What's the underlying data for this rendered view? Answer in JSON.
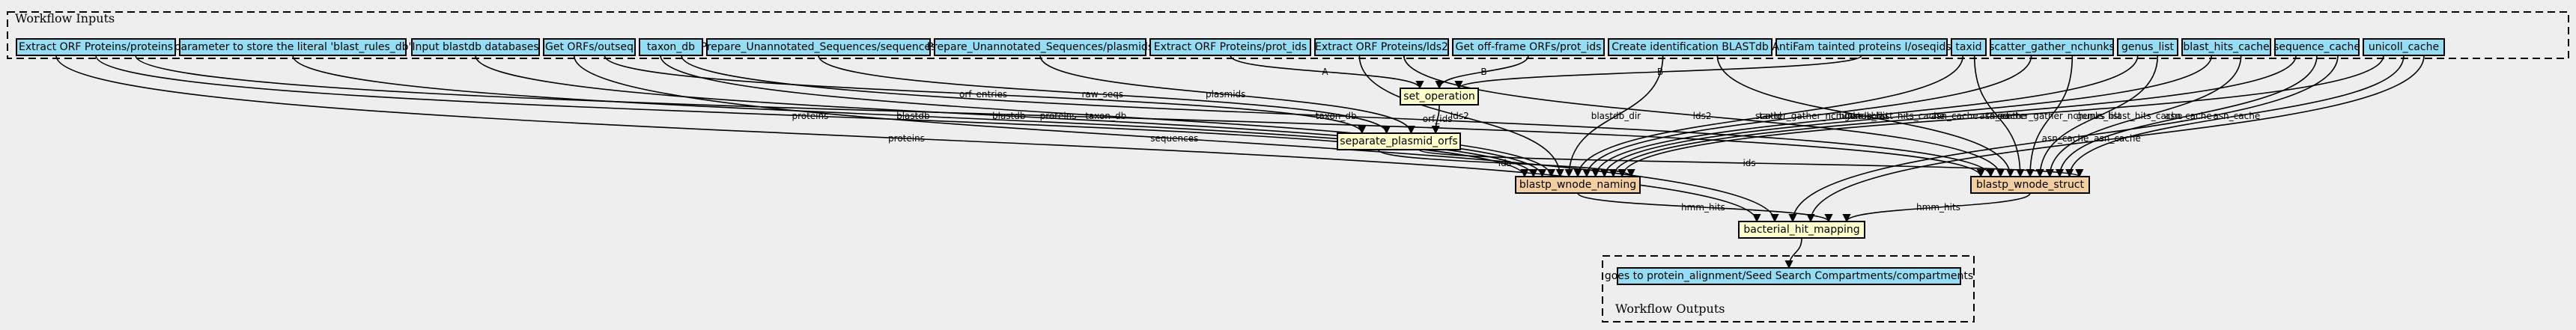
{
  "colors": {
    "background": "#eeeeee",
    "input": "#94ddf4",
    "step": "#ffffcc",
    "workflow_step": "#f3cea1",
    "output": "#94ddf4",
    "stroke": "#000000"
  },
  "clusters": {
    "inputs_label": "Workflow Inputs",
    "outputs_label": "Workflow Outputs"
  },
  "inputs": [
    {
      "id": "orf_proteins",
      "label": "Extract ORF Proteins/proteins"
    },
    {
      "id": "literal",
      "label": "parameter to store the literal 'blast_rules_db'"
    },
    {
      "id": "blastdb",
      "label": "Input blastdb databases"
    },
    {
      "id": "outseq",
      "label": "Get ORFs/outseq"
    },
    {
      "id": "taxon_db",
      "label": "taxon_db"
    },
    {
      "id": "unann_seqs",
      "label": "Prepare_Unannotated_Sequences/sequences"
    },
    {
      "id": "unann_plasmids",
      "label": "Prepare_Unannotated_Sequences/plasmids"
    },
    {
      "id": "prot_ids",
      "label": "Extract ORF Proteins/prot_ids"
    },
    {
      "id": "lds2",
      "label": "Extract ORF Proteins/lds2"
    },
    {
      "id": "offframe",
      "label": "Get off-frame ORFs/prot_ids"
    },
    {
      "id": "create_blastdb",
      "label": "Create identification BLASTdb"
    },
    {
      "id": "antifam",
      "label": "AntiFam tainted proteins I/oseqids"
    },
    {
      "id": "taxid",
      "label": "taxid"
    },
    {
      "id": "scatter",
      "label": "scatter_gather_nchunks"
    },
    {
      "id": "genus_list",
      "label": "genus_list"
    },
    {
      "id": "blast_hits_cache",
      "label": "blast_hits_cache"
    },
    {
      "id": "sequence_cache",
      "label": "sequence_cache"
    },
    {
      "id": "unicoll_cache",
      "label": "unicoll_cache"
    }
  ],
  "steps": [
    {
      "id": "set_operation",
      "label": "set_operation",
      "kind": "step"
    },
    {
      "id": "separate_plasmid_orfs",
      "label": "separate_plasmid_orfs",
      "kind": "step"
    },
    {
      "id": "blastp_wnode_naming",
      "label": "blastp_wnode_naming",
      "kind": "workflow_step"
    },
    {
      "id": "blastp_wnode_struct",
      "label": "blastp_wnode_struct",
      "kind": "workflow_step"
    },
    {
      "id": "bacterial_hit_mapping",
      "label": "bacterial_hit_mapping",
      "kind": "step"
    }
  ],
  "outputs": [
    {
      "id": "out_compartments",
      "label": "goes to protein_alignment/Seed Search Compartments/compartments"
    }
  ],
  "edges": [
    {
      "from": "orf_proteins",
      "to": "bacterial_hit_mapping",
      "label": "proteins"
    },
    {
      "from": "orf_proteins",
      "to": "blastp_wnode_naming",
      "label": "proteins"
    },
    {
      "from": "orf_proteins",
      "to": "blastp_wnode_struct",
      "label": "proteins"
    },
    {
      "from": "literal",
      "to": "blastp_wnode_naming",
      "label": "blastdb"
    },
    {
      "from": "blastdb",
      "to": "blastp_wnode_naming",
      "label": "blastdb"
    },
    {
      "from": "outseq",
      "to": "bacterial_hit_mapping",
      "label": "sequences"
    },
    {
      "from": "outseq",
      "to": "separate_plasmid_orfs",
      "label": "orf_entries"
    },
    {
      "from": "taxon_db",
      "to": "blastp_wnode_naming",
      "label": "taxon_db"
    },
    {
      "from": "taxon_db",
      "to": "blastp_wnode_struct",
      "label": "taxon_db"
    },
    {
      "from": "unann_seqs",
      "to": "separate_plasmid_orfs",
      "label": "raw_seqs"
    },
    {
      "from": "unann_plasmids",
      "to": "separate_plasmid_orfs",
      "label": "plasmids"
    },
    {
      "from": "prot_ids",
      "to": "set_operation",
      "label": "A"
    },
    {
      "from": "lds2",
      "to": "blastp_wnode_naming",
      "label": "lds2"
    },
    {
      "from": "lds2",
      "to": "blastp_wnode_struct",
      "label": "lds2"
    },
    {
      "from": "offframe",
      "to": "set_operation",
      "label": "B"
    },
    {
      "from": "create_blastdb",
      "to": "blastp_wnode_naming",
      "label": "blastdb_dir"
    },
    {
      "from": "create_blastdb",
      "to": "blastp_wnode_struct",
      "label": "blastdb_dir"
    },
    {
      "from": "antifam",
      "to": "set_operation",
      "label": "B"
    },
    {
      "from": "taxid",
      "to": "blastp_wnode_naming",
      "label": "taxid"
    },
    {
      "from": "taxid",
      "to": "blastp_wnode_struct",
      "label": "taxid"
    },
    {
      "from": "scatter",
      "to": "blastp_wnode_naming",
      "label": "scatter_gather_nchunks"
    },
    {
      "from": "scatter",
      "to": "blastp_wnode_struct",
      "label": "scatter_gather_nchunks"
    },
    {
      "from": "genus_list",
      "to": "blastp_wnode_naming",
      "label": "genus_list"
    },
    {
      "from": "genus_list",
      "to": "blastp_wnode_struct",
      "label": "genus_list"
    },
    {
      "from": "blast_hits_cache",
      "to": "blastp_wnode_naming",
      "label": "blast_hits_cache"
    },
    {
      "from": "blast_hits_cache",
      "to": "blastp_wnode_struct",
      "label": "blast_hits_cache"
    },
    {
      "from": "sequence_cache",
      "to": "blastp_wnode_naming",
      "label": "asn_cache"
    },
    {
      "from": "sequence_cache",
      "to": "blastp_wnode_struct",
      "label": "asn_cache"
    },
    {
      "from": "sequence_cache",
      "to": "bacterial_hit_mapping",
      "label": "asn_cache"
    },
    {
      "from": "unicoll_cache",
      "to": "blastp_wnode_naming",
      "label": "asn_cache"
    },
    {
      "from": "unicoll_cache",
      "to": "blastp_wnode_struct",
      "label": "asn_cache"
    },
    {
      "from": "unicoll_cache",
      "to": "bacterial_hit_mapping",
      "label": "asn_cache"
    },
    {
      "from": "set_operation",
      "to": "separate_plasmid_orfs",
      "label": "orf_ids"
    },
    {
      "from": "separate_plasmid_orfs",
      "to": "blastp_wnode_naming",
      "label": "ids"
    },
    {
      "from": "separate_plasmid_orfs",
      "to": "blastp_wnode_struct",
      "label": "ids"
    },
    {
      "from": "blastp_wnode_naming",
      "to": "bacterial_hit_mapping",
      "label": "hmm_hits"
    },
    {
      "from": "blastp_wnode_struct",
      "to": "bacterial_hit_mapping",
      "label": "hmm_hits"
    },
    {
      "from": "bacterial_hit_mapping",
      "to": "out_compartments",
      "label": ""
    }
  ]
}
